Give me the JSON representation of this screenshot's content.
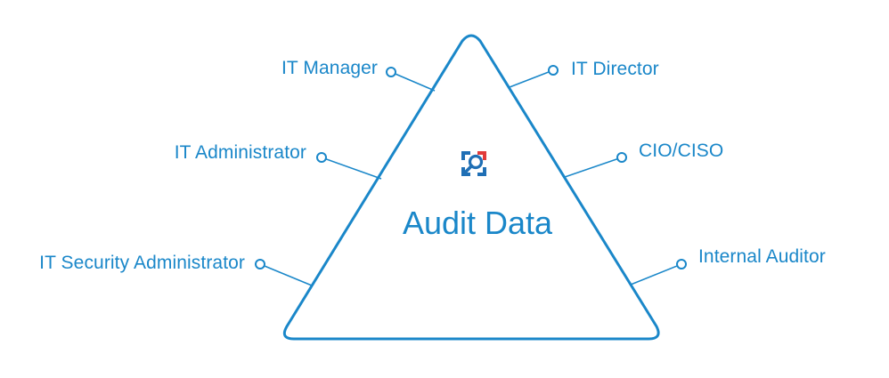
{
  "center": {
    "title": "Audit Data",
    "icon": "audit-search-logo-icon"
  },
  "roles": {
    "it_manager": "IT Manager",
    "it_director": "IT Director",
    "it_administrator": "IT Administrator",
    "cio_ciso": "CIO/CISO",
    "it_security_administrator": "IT Security Administrator",
    "internal_auditor": "Internal Auditor"
  },
  "colors": {
    "primary": "#1a87c9",
    "logo_blue": "#1f6fb5",
    "logo_red": "#e03b3b"
  }
}
